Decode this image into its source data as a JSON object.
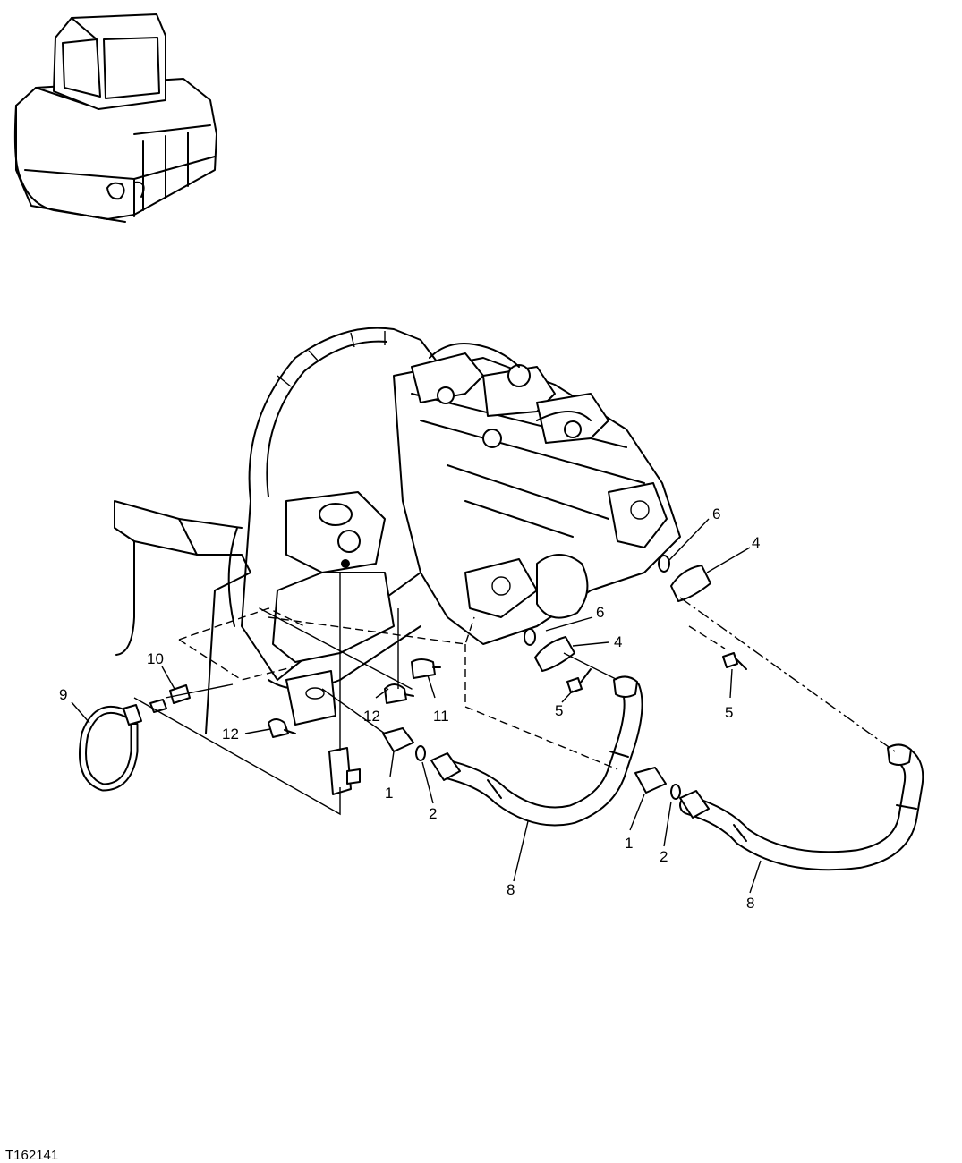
{
  "figure_id": "T162141",
  "callouts": {
    "c1a": "1",
    "c1b": "1",
    "c2a": "2",
    "c2b": "2",
    "c4a": "4",
    "c4b": "4",
    "c5a": "5",
    "c5b": "5",
    "c6a": "6",
    "c6b": "6",
    "c8a": "8",
    "c8b": "8",
    "c9": "9",
    "c10": "10",
    "c11": "11",
    "c12a": "12",
    "c12b": "12"
  }
}
